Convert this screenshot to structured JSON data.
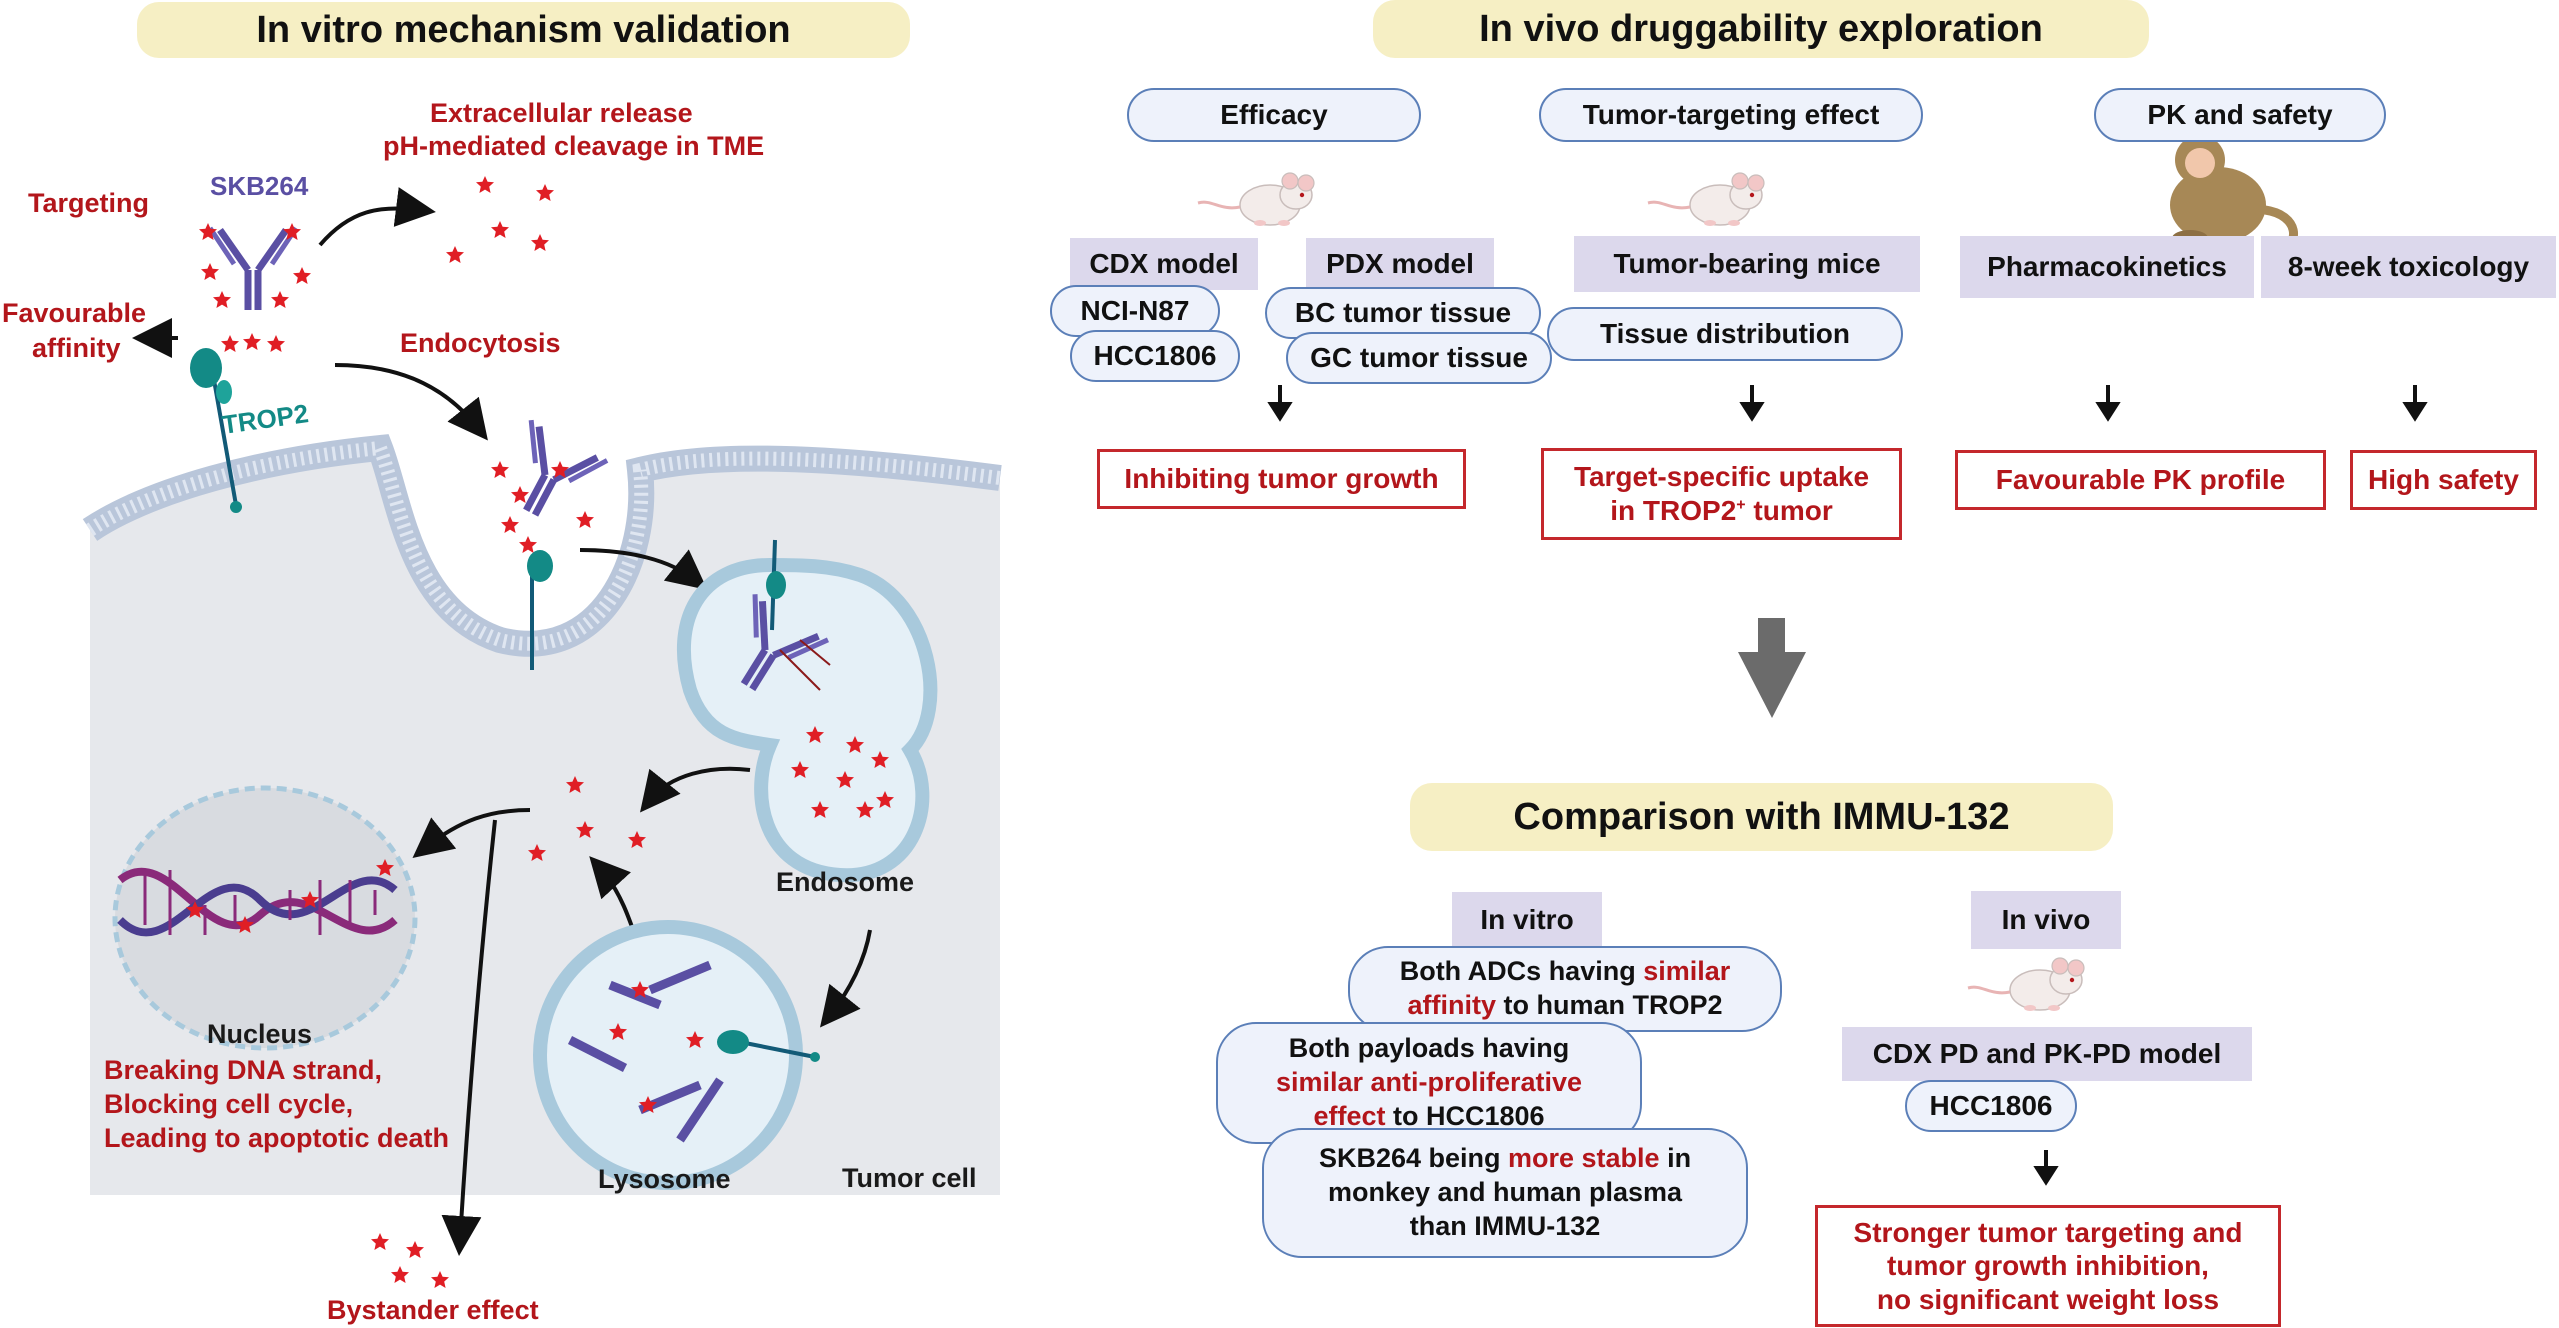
{
  "left": {
    "banner": "In vitro mechanism validation",
    "release_line1": "Extracellular release",
    "release_line2": "pH-mediated cleavage in TME",
    "targeting": "Targeting",
    "skb264": "SKB264",
    "favourable_line1": "Favourable",
    "favourable_line2": "affinity",
    "trop2": "TROP2",
    "endocytosis": "Endocytosis",
    "endosome": "Endosome",
    "lysosome": "Lysosome",
    "tumor_cell": "Tumor cell",
    "nucleus": "Nucleus",
    "nucleus_effects": [
      "Breaking DNA strand,",
      "Blocking cell cycle,",
      "Leading to apoptotic death"
    ],
    "bystander": "Bystander effect"
  },
  "right": {
    "banner": "In vivo druggability exploration",
    "efficacy": {
      "title": "Efficacy",
      "cdx": "CDX model",
      "pdx": "PDX model",
      "nci": "NCI-N87",
      "hcc": "HCC1806",
      "bc": "BC tumor tissue",
      "gc": "GC tumor tissue",
      "result": "Inhibiting tumor growth"
    },
    "targeting": {
      "title": "Tumor-targeting effect",
      "mice": "Tumor-bearing mice",
      "tissue": "Tissue distribution",
      "result_line1": "Target-specific uptake",
      "result_line2_pre": "in TROP2",
      "result_sup": "+",
      "result_line2_post": " tumor"
    },
    "pk": {
      "title": "PK and safety",
      "pharmacokinetics": "Pharmacokinetics",
      "tox": "8-week toxicology",
      "result1": "Favourable PK profile",
      "result2": "High safety"
    }
  },
  "comparison": {
    "banner": "Comparison with IMMU-132",
    "in_vitro": {
      "label": "In vitro",
      "b1_pre": "Both ADCs having ",
      "b1_red1": "similar",
      "b1_red2": "affinity",
      "b1_post": " to human TROP2",
      "b2_line1": "Both payloads having",
      "b2_red1": "similar anti-proliferative",
      "b2_red2": "effect",
      "b2_post": " to HCC1806",
      "b3_pre": "SKB264 being ",
      "b3_red": "more stable",
      "b3_post": " in",
      "b3_line2": "monkey and human plasma",
      "b3_line3": "than IMMU-132"
    },
    "in_vivo": {
      "label": "In vivo",
      "model": "CDX PD and PK-PD model",
      "hcc": "HCC1806",
      "result_line1": "Stronger tumor targeting and",
      "result_line2": "tumor growth inhibition,",
      "result_line3": "no significant weight loss"
    }
  },
  "colors": {
    "banner": "#f6efc4",
    "accent_red": "#b3161b",
    "antibody": "#5a4fa3",
    "trop2": "#138a86",
    "cell": "#e6e8ec",
    "pill_border": "#5b7fb8"
  }
}
